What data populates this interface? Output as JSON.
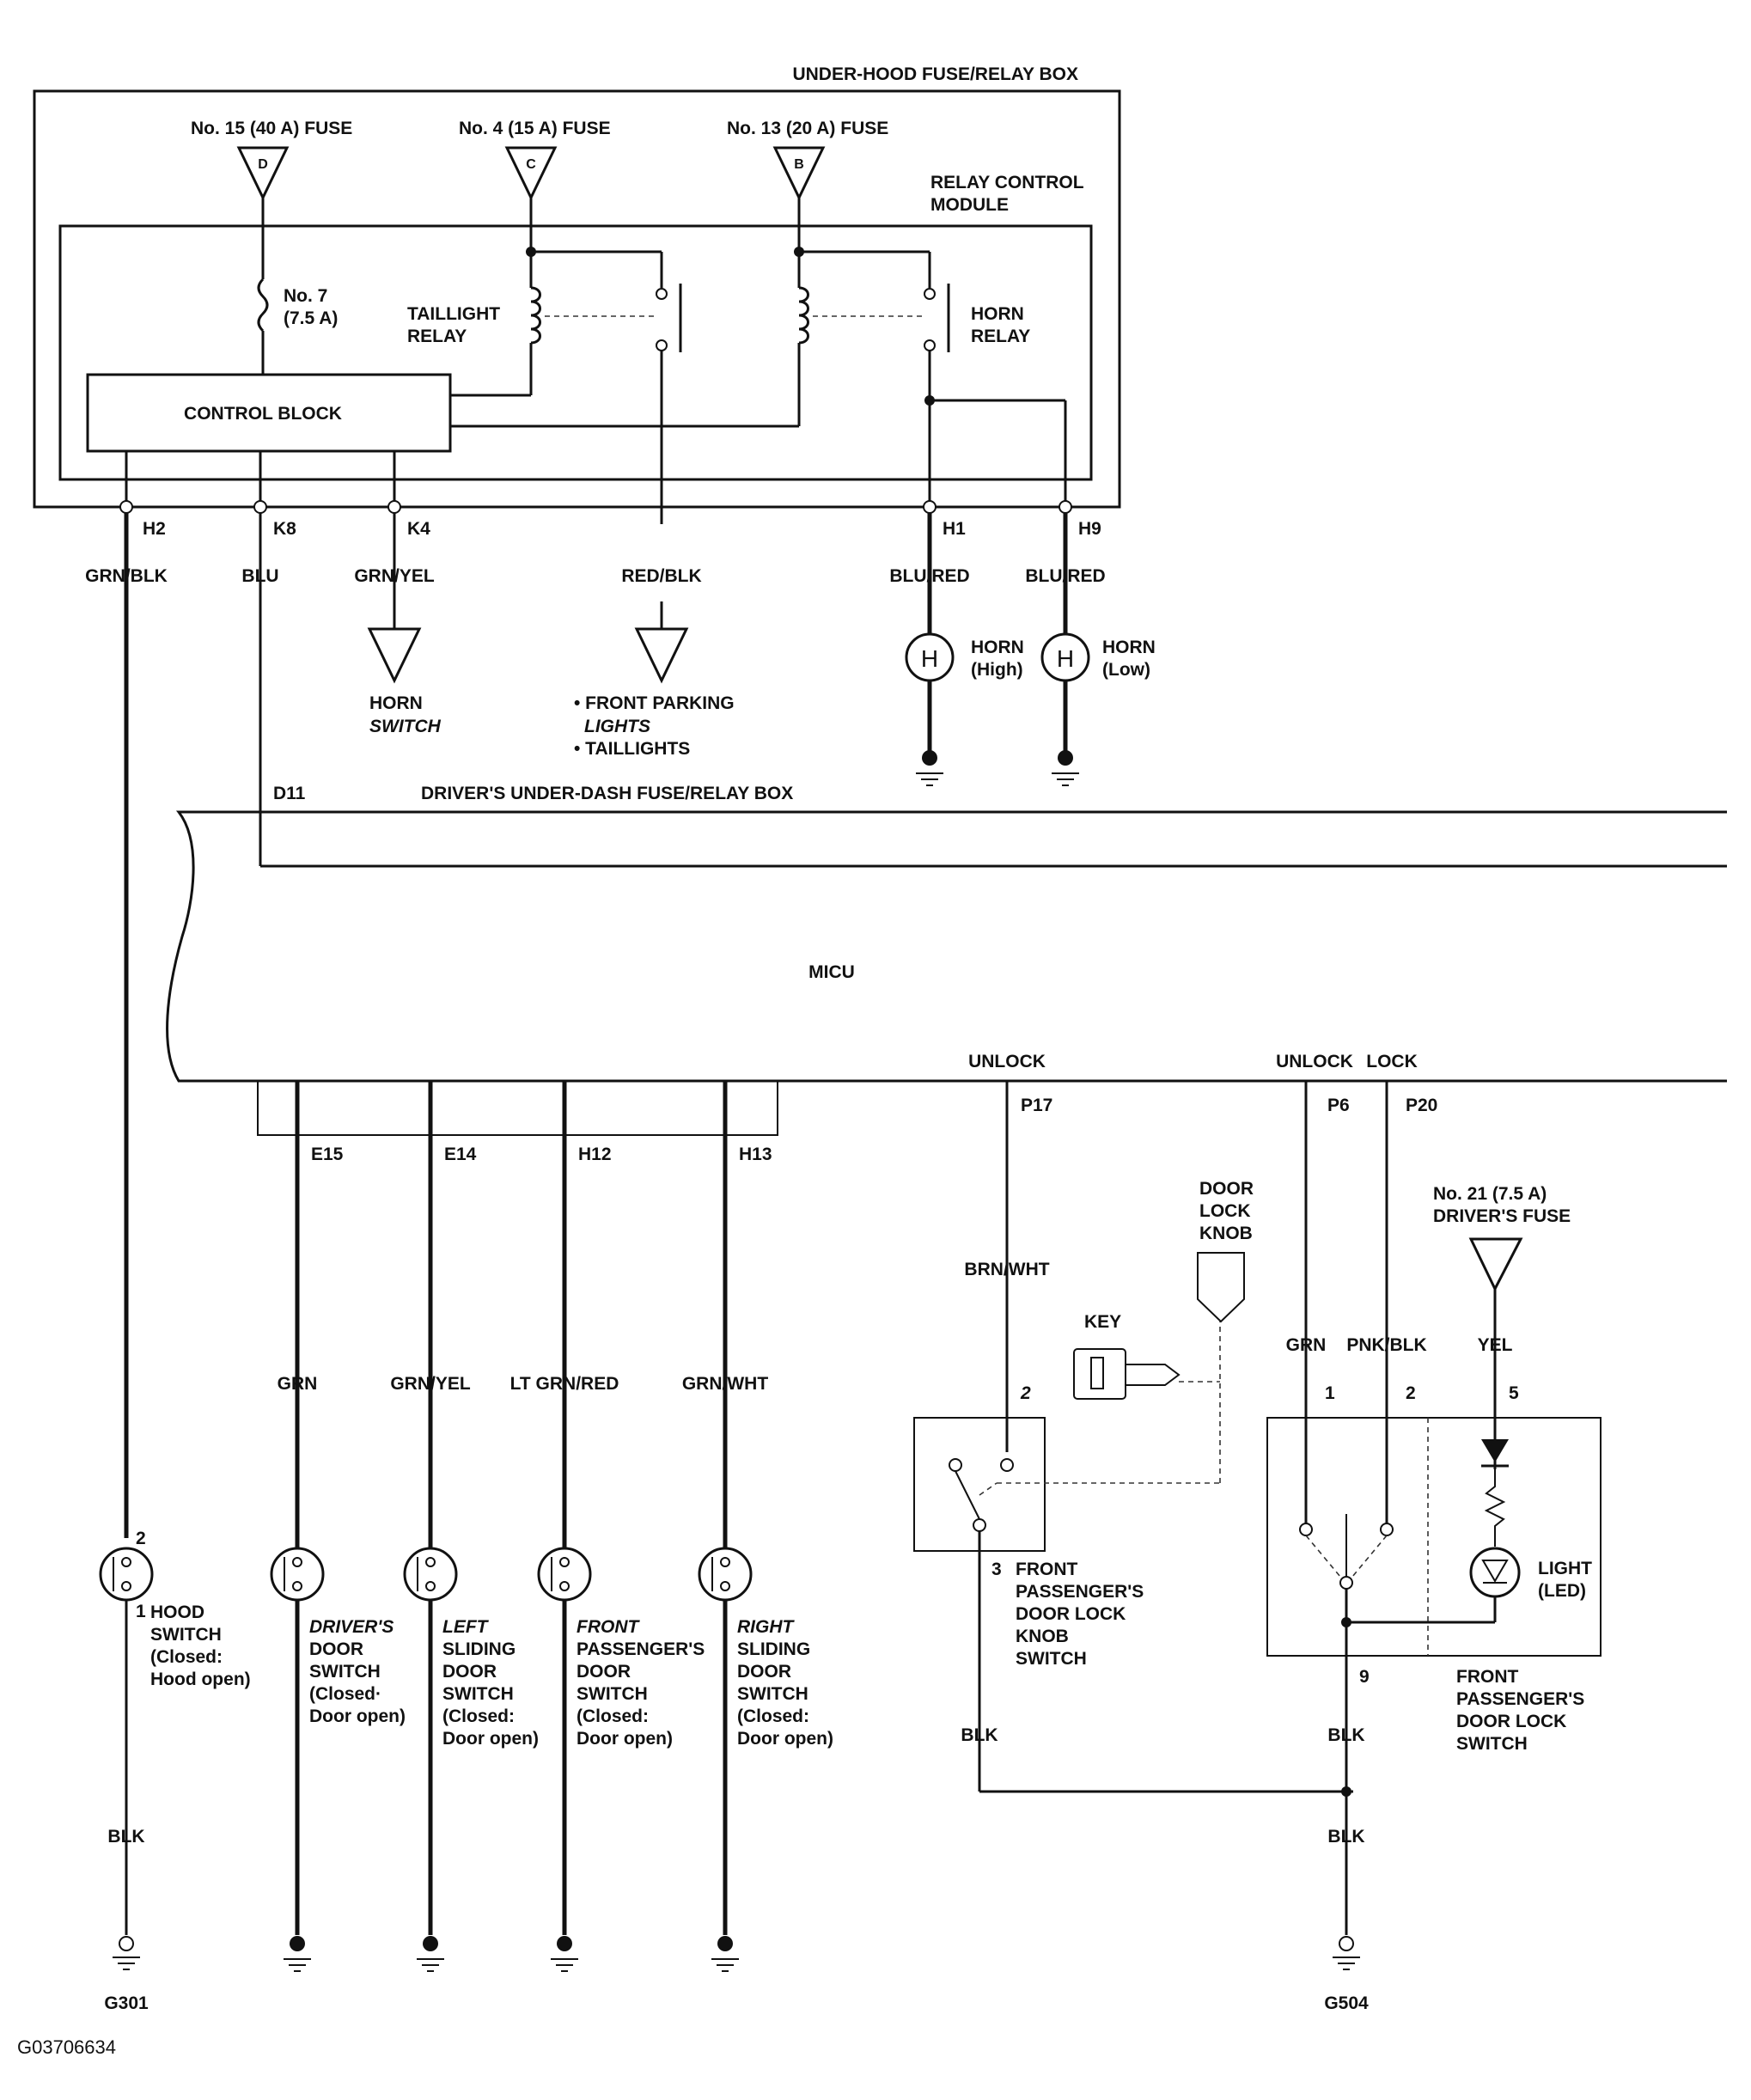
{
  "boxes": {
    "under_hood": "UNDER-HOOD FUSE/RELAY BOX",
    "relay_control_1": "RELAY CONTROL",
    "relay_control_2": "MODULE",
    "control_block": "CONTROL BLOCK",
    "drivers_box": "DRIVER'S UNDER-DASH FUSE/RELAY BOX",
    "micu": "MICU"
  },
  "fuses": {
    "no15": "No. 15 (40 A) FUSE",
    "no15_letter": "D",
    "no4": "No. 4 (15 A) FUSE",
    "no4_letter": "C",
    "no13": "No. 13 (20 A) FUSE",
    "no13_letter": "B",
    "no7_1": "No. 7",
    "no7_2": "(7.5 A)",
    "no21_1": "No. 21 (7.5 A)",
    "no21_2": "DRIVER'S FUSE"
  },
  "relays": {
    "taillight_1": "TAILLIGHT",
    "taillight_2": "RELAY",
    "horn_1": "HORN",
    "horn_2": "RELAY"
  },
  "pins": {
    "h2": "H2",
    "k8": "K8",
    "k4": "K4",
    "h1": "H1",
    "h9": "H9",
    "d11": "D11",
    "e15": "E15",
    "e14": "E14",
    "h12": "H12",
    "h13": "H13",
    "p17": "P17",
    "p6": "P6",
    "p20": "P20",
    "unlock1": "UNLOCK",
    "unlock2": "UNLOCK",
    "lock": "LOCK",
    "hood_2": "2",
    "hood_1": "1",
    "knob_2": "2",
    "knob_3": "3",
    "dls_1": "1",
    "dls_2": "2",
    "dls_5": "5",
    "dls_9": "9"
  },
  "wires": {
    "grn_blk": "GRN/BLK",
    "blu": "BLU",
    "grn_yel_top": "GRN/YEL",
    "red_blk": "RED/BLK",
    "blu_red_1": "BLU/RED",
    "blu_red_2": "BLU/RED",
    "grn_1": "GRN",
    "grn_yel": "GRN/YEL",
    "lt_grn_red": "LT GRN/RED",
    "grn_wht": "GRN/WHT",
    "brn_wht": "BRN/WHT",
    "grn_2": "GRN",
    "pnk_blk": "PNK/BLK",
    "yel": "YEL",
    "blk_hood": "BLK",
    "blk_knob": "BLK",
    "blk_9": "BLK",
    "blk_g504": "BLK"
  },
  "devices": {
    "horn_switch_1": "HORN",
    "horn_switch_2": "SWITCH",
    "front_parking_1": "• FRONT PARKING",
    "front_parking_2": "LIGHTS",
    "front_parking_3": "• TAILLIGHTS",
    "horn_high_1": "HORN",
    "horn_high_2": "(High)",
    "horn_low_1": "HORN",
    "horn_low_2": "(Low)",
    "horn_symbol_high": "H",
    "horn_symbol_low": "H",
    "hood_sw": [
      "HOOD",
      "SWITCH",
      "(Closed:",
      "Hood open)"
    ],
    "driver_sw": [
      "DRIVER'S",
      "DOOR",
      "SWITCH",
      "(Closed·",
      "Door open)"
    ],
    "left_sw": [
      "LEFT",
      "SLIDING",
      "DOOR",
      "SWITCH",
      "(Closed:",
      "Door open)"
    ],
    "front_sw": [
      "FRONT",
      "PASSENGER'S",
      "DOOR",
      "SWITCH",
      "(Closed:",
      "Door open)"
    ],
    "right_sw": [
      "RIGHT",
      "SLIDING",
      "DOOR",
      "SWITCH",
      "(Closed:",
      "Door open)"
    ],
    "door_lock_knob": [
      "DOOR",
      "LOCK",
      "KNOB"
    ],
    "key": "KEY",
    "knob_switch": [
      "FRONT",
      "PASSENGER'S",
      "DOOR LOCK",
      "KNOB",
      "SWITCH"
    ],
    "lock_switch": [
      "FRONT",
      "PASSENGER'S",
      "DOOR LOCK",
      "SWITCH"
    ],
    "light_1": "LIGHT",
    "light_2": "(LED)"
  },
  "grounds": {
    "g301": "G301",
    "g504": "G504"
  },
  "figure_id": "G03706634"
}
